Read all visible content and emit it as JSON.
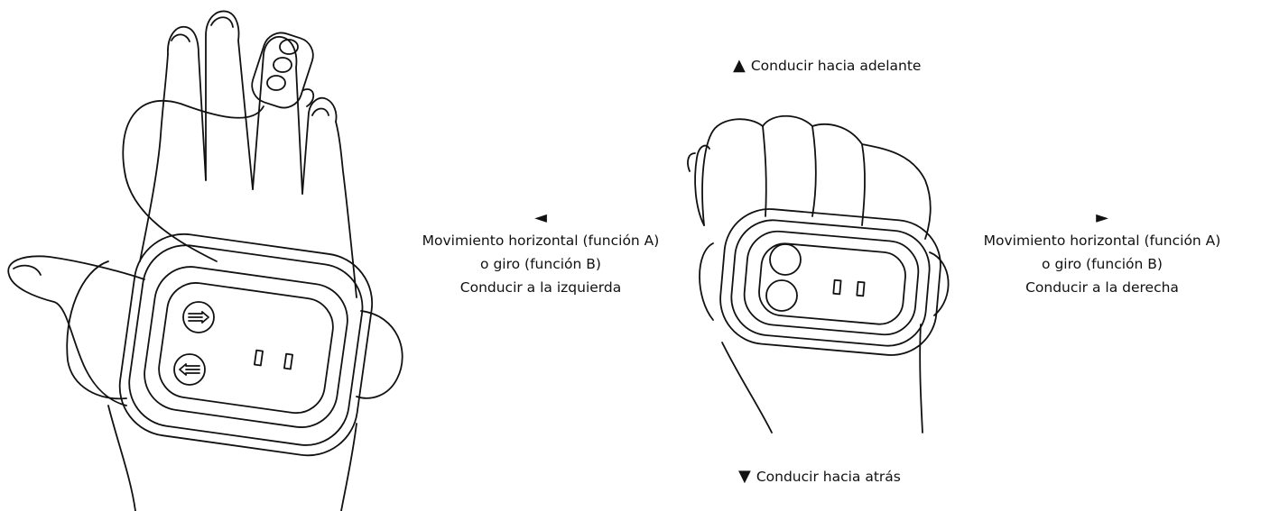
{
  "labels": {
    "forward": {
      "arrow": "▲",
      "text": "Conducir hacia adelante"
    },
    "backward": {
      "arrow": "▼",
      "text": "Conducir hacia atrás"
    },
    "left": {
      "arrow": "◄",
      "line1": "Movimiento horizontal (función A)",
      "line2": "o giro (función B)",
      "line3": "Conducir a la izquierda"
    },
    "right": {
      "arrow": "►",
      "line1": "Movimiento horizontal (función A)",
      "line2": "o giro (función B)",
      "line3": "Conducir a la derecha"
    }
  },
  "icons": {
    "left_hand_buttons": [
      "arrow-right-icon",
      "arrow-left-icon"
    ],
    "fist_buttons": [
      "round-button-icon",
      "round-button-icon"
    ]
  }
}
